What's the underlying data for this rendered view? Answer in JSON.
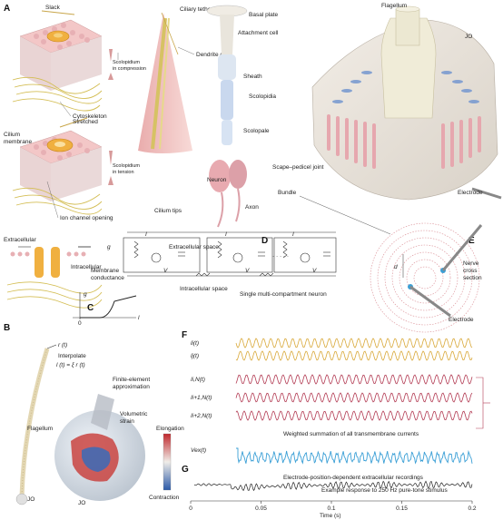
{
  "panels": {
    "A": "A",
    "B": "B",
    "C": "C",
    "D": "D",
    "E": "E",
    "F": "F",
    "G": "G"
  },
  "panel_a": {
    "slack": "Slack",
    "scol_compression": "Scolopidium\nin compression",
    "cytoskeleton": "Cytoskeleton",
    "cilium_membrane": "Cilium\nmembrane",
    "stretched": "Stretched",
    "scol_tension": "Scolopidium\nin tension",
    "ion_channel": "Ion channel opening",
    "extracellular": "Extracellular",
    "intracellular": "Intracellular",
    "ciliary_tether": "Ciliary tether",
    "dendrite_cap": "Dendrite cap",
    "attachment_cell": "Attachment cell",
    "basal_plate": "Basal plate",
    "sheath": "Sheath",
    "scolopidia": "Scolopidia",
    "scolopale": "Scolopale",
    "neuron": "Neuron",
    "scape_joint": "Scape–pedicel joint",
    "axon": "Axon",
    "bundle": "Bundle",
    "flagellum": "Flagellum",
    "jo": "JO",
    "electrode": "Electrode",
    "cilium_tips": "Cilium tips"
  },
  "circuit": {
    "extracellular_space": "Extracellular space",
    "intracellular_space": "Intracellular space",
    "membrane_conductance": "Membrane\nconductance",
    "single_neuron": "Single multi-compartment neuron",
    "g_ci": "g",
    "i_l1": "I",
    "i_l2": "I",
    "i_lnc": "I",
    "g_b": "g",
    "c_m": "c",
    "i_pump": "I",
    "g_ax": "g",
    "v_i1": "V",
    "v_i2": "V",
    "v_inc": "V",
    "ellipsis": "· · · · ·"
  },
  "panel_c": {
    "y_label": "g",
    "x_label": "l",
    "origin": "0"
  },
  "panel_e": {
    "nerve_cross_section": "Nerve\ncross\nsection",
    "electrode": "Electrode",
    "di": "d"
  },
  "panel_b": {
    "flagellum": "Flagellum",
    "jo": "JO",
    "rt": "r (t)",
    "interpolate": "Interpolate",
    "formula": "l (t) = ξ r (t)",
    "fe": "Finite-element\napproximation",
    "vol_strain": "Volumetric\nstrain",
    "elongation": "Elongation",
    "contraction": "Contraction",
    "jo2": "JO"
  },
  "traces": [
    {
      "label": "l",
      "sub": "i",
      "suffix": "(t)",
      "color": "#d9a93a"
    },
    {
      "label": "l",
      "sub": "j",
      "suffix": "(t)",
      "color": "#d9a93a"
    },
    {
      "label": "I",
      "sub": "i,N",
      "suffix": "(t)",
      "color": "#b33c54"
    },
    {
      "label": "I",
      "sub": "i+1,N",
      "suffix": "(t)",
      "color": "#b33c54"
    },
    {
      "label": "I",
      "sub": "i+2,N",
      "suffix": "(t)",
      "color": "#b33c54"
    }
  ],
  "weighted_sum": "Weighted summation of all transmembrane currents",
  "v_ex": {
    "label": "V",
    "sub": "ex",
    "suffix": "(t)",
    "color": "#3a9fd6"
  },
  "recordings": "Electrode-position-dependent extracellular recordings",
  "example": "Example response to 250 Hz pure-tone stimulus",
  "chart_data": {
    "type": "line",
    "xlabel": "Time (s)",
    "xlim": [
      0,
      0.2
    ],
    "x_ticks": [
      "0",
      "0.05",
      "0.1",
      "0.15",
      "0.2"
    ],
    "stimulus_hz": 250
  }
}
